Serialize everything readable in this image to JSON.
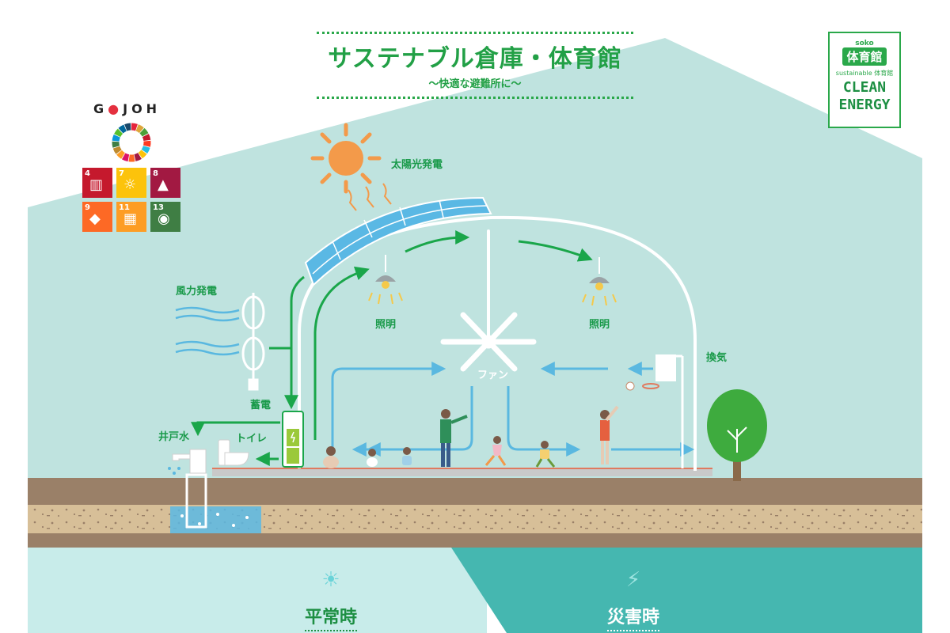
{
  "header": {
    "title": "サステナブル倉庫・体育館",
    "subtitle": "〜快適な避難所に〜"
  },
  "brand": {
    "name_g": "G",
    "name_o": "●",
    "name_rest": "JOH"
  },
  "badge": {
    "soko": "soko",
    "gym": "体育館",
    "sustainable": "sustainable 体育館",
    "clean": "CLEAN",
    "energy": "ENERGY"
  },
  "sdg_tiles": [
    {
      "num": "4",
      "icon": "book-icon",
      "color": "#c5192d"
    },
    {
      "num": "7",
      "icon": "sun-icon",
      "color": "#fcc30b"
    },
    {
      "num": "8",
      "icon": "growth-icon",
      "color": "#a21942"
    },
    {
      "num": "9",
      "icon": "cubes-icon",
      "color": "#fd6925"
    },
    {
      "num": "11",
      "icon": "city-icon",
      "color": "#fd9d24"
    },
    {
      "num": "13",
      "icon": "eye-icon",
      "color": "#3f7e44"
    }
  ],
  "labels": {
    "solar": "太陽光発電",
    "wind": "風力発電",
    "light_left": "照明",
    "light_right": "照明",
    "fan": "ファン",
    "ventilation": "換気",
    "storage": "蓄電",
    "toilet": "トイレ",
    "well": "井戸水"
  },
  "modes": {
    "normal": "平常時",
    "disaster": "災害時"
  },
  "colors": {
    "sky": "#bfe3df",
    "ground": "#9a8068",
    "green_arrow": "#1aa64a",
    "blue_arrow": "#5ab8e0",
    "normal_bg": "#c8ecea",
    "disaster_bg": "#45b7b0",
    "solar_panel": "#5ab8e4",
    "sun": "#f39a4a"
  }
}
